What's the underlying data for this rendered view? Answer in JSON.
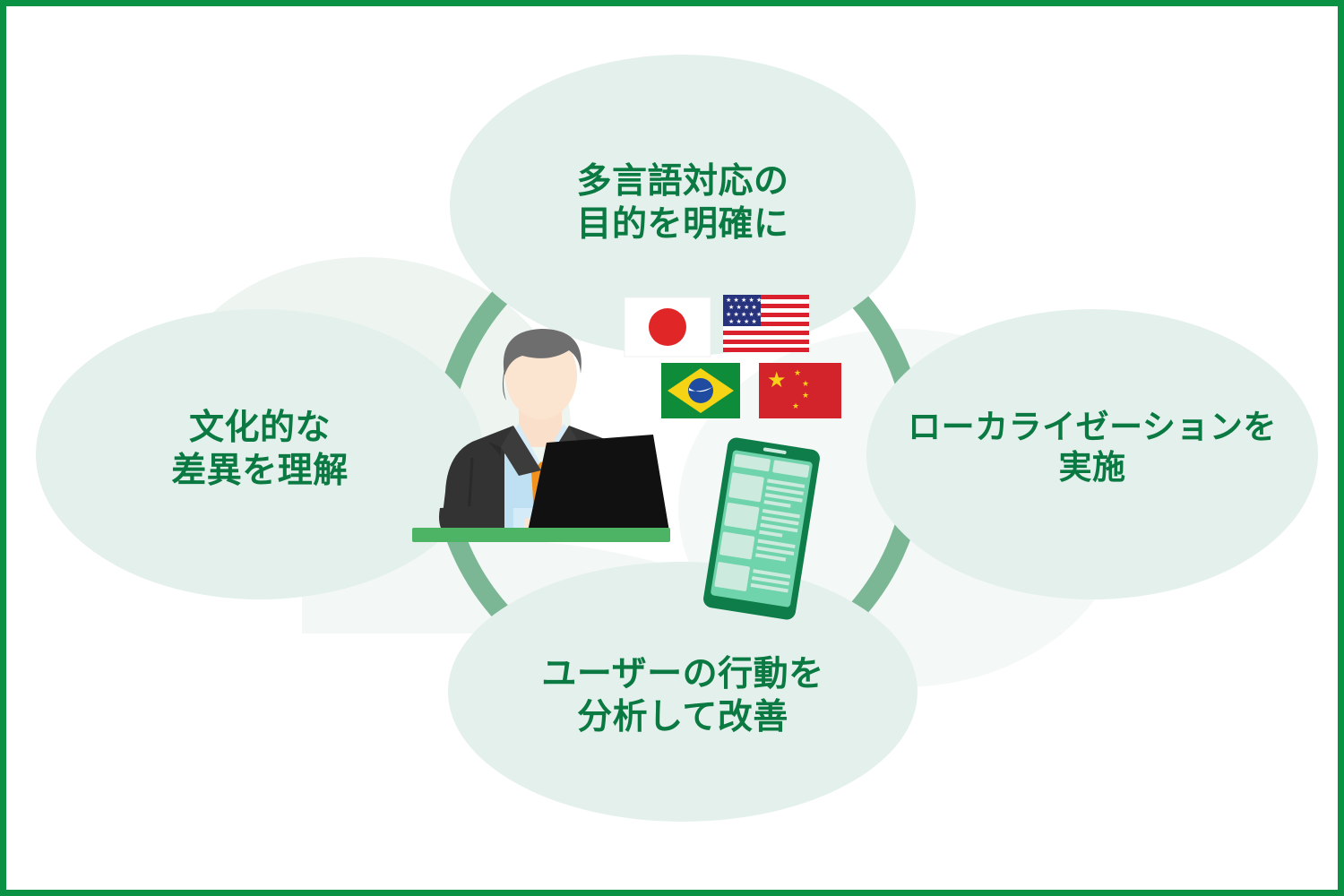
{
  "theme": {
    "border_color": "#099243",
    "ellipse_fill": "#e4f0ec",
    "ring_color": "#7cb795",
    "text_green": "#0a7a42",
    "desk_green": "#4cb464",
    "background": "#ffffff",
    "bg_shape_fill": "#eef5f1"
  },
  "diagram": {
    "type": "cycle",
    "node_count": 4,
    "nodes": [
      {
        "id": "node-top",
        "position": "top",
        "lines": [
          "多言語対応の",
          "目的を明確に"
        ],
        "text": "多言語対応の\n目的を明確に"
      },
      {
        "id": "node-left",
        "position": "left",
        "lines": [
          "文化的な",
          "差異を理解"
        ],
        "text": "文化的な\n差異を理解"
      },
      {
        "id": "node-right",
        "position": "right",
        "lines": [
          "ローカライゼーションを",
          "実施"
        ],
        "text": "ローカライゼーションを\n実施"
      },
      {
        "id": "node-bottom",
        "position": "bottom",
        "lines": [
          "ユーザーの行動を",
          "分析して改善"
        ],
        "text": "ユーザーの行動を\n分析して改善"
      }
    ]
  },
  "illustration": {
    "person": {
      "name": "businessman-illustration",
      "hair_color": "#6e6e6e",
      "skin_color": "#fae0ca",
      "suit_color": "#333333",
      "shirt_color": "#bfe0f2",
      "tie_color": "#f2921d"
    },
    "laptop": {
      "name": "laptop-icon",
      "color": "#111111"
    },
    "desk": {
      "name": "desk-bar",
      "color": "#4cb464"
    },
    "smartphone": {
      "name": "smartphone-mockup",
      "frame_color": "#0e7d4a",
      "screen_color": "#6fd3ab",
      "block_color": "#cdeade",
      "content_rows": 4
    },
    "flags": [
      {
        "name": "flag-japan",
        "country": "Japan",
        "order": 1
      },
      {
        "name": "flag-usa",
        "country": "United States",
        "order": 2
      },
      {
        "name": "flag-brazil",
        "country": "Brazil",
        "order": 3
      },
      {
        "name": "flag-china",
        "country": "China",
        "order": 4
      }
    ]
  }
}
